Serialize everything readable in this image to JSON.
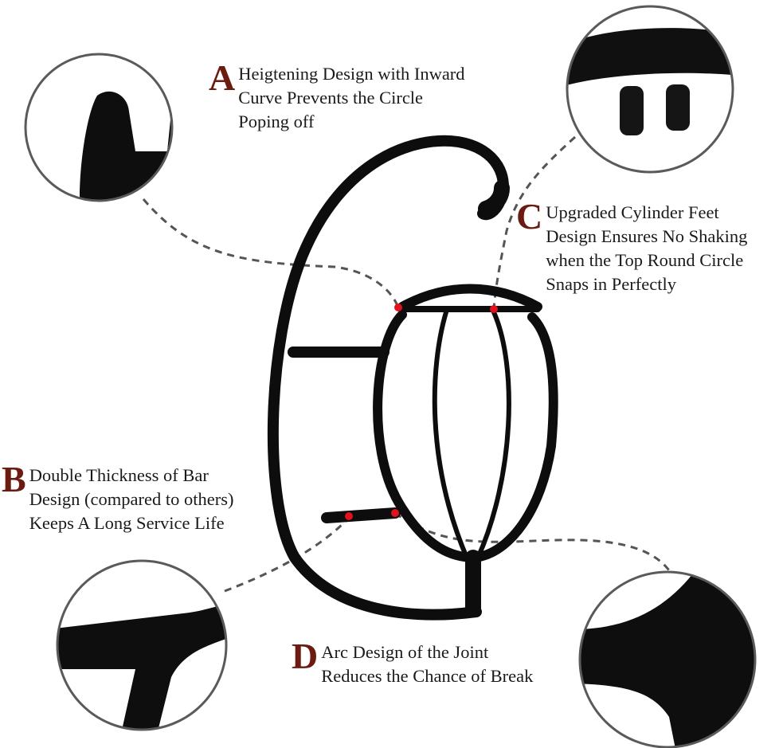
{
  "accent_color": "#6b1b0f",
  "marker_color": "#e2111b",
  "callouts": {
    "a": {
      "letter": "A",
      "lines": [
        "Heigtening Design with Inward",
        "Curve Prevents the Circle",
        "Poping off"
      ]
    },
    "b": {
      "letter": "B",
      "lines": [
        "Double Thickness of Bar",
        "Design (compared to others)",
        "Keeps A Long Service Life"
      ]
    },
    "c": {
      "letter": "C",
      "lines": [
        "Upgraded Cylinder Feet",
        "Design Ensures No Shaking",
        "when the Top Round Circle",
        "Snaps in Perfectly"
      ]
    },
    "d": {
      "letter": "D",
      "lines": [
        "Arc Design of the Joint",
        "Reduces the Chance of Break"
      ]
    }
  }
}
